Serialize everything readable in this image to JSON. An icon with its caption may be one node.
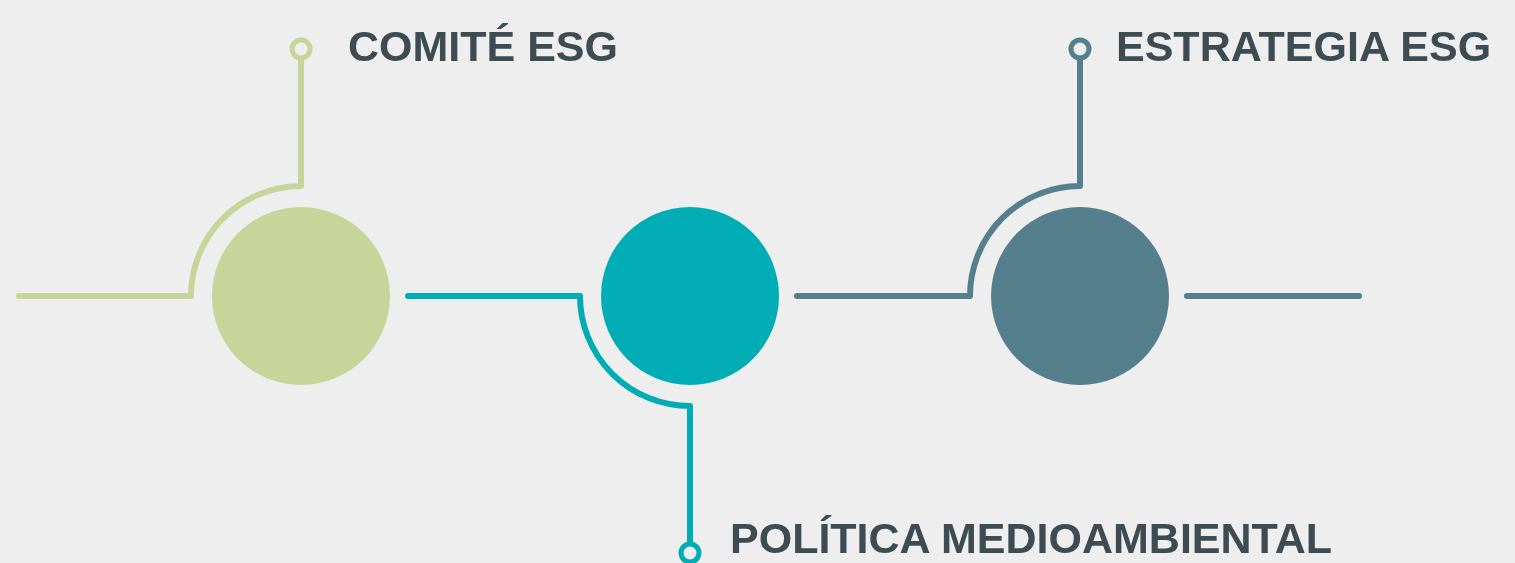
{
  "diagram": {
    "nodes": [
      {
        "text": [
          "COMITÉ ESG"
        ]
      },
      {
        "text": [],
        "shape": "circle"
      },
      {
        "text": [],
        "shape": "circle"
      },
      {
        "text": [],
        "shape": "circle"
      },
      {
        "text": [
          "ESTRATEGIA ESG"
        ]
      },
      {
        "text": [
          "POLÍTICA MEDIOAMBIENTAL"
        ]
      }
    ],
    "edges": [
      {
        "from": null,
        "to": 1,
        "arrow": "none",
        "color": "#c8d59a"
      },
      {
        "from": 0,
        "to": 1,
        "arrow": "other",
        "color": "#c8d59a"
      },
      {
        "from": 1,
        "to": 2,
        "arrow": "none",
        "color": "#00adb5"
      },
      {
        "from": 5,
        "to": 2,
        "arrow": "other",
        "color": "#00adb5"
      },
      {
        "from": 2,
        "to": 3,
        "arrow": "none",
        "color": "#567f8d"
      },
      {
        "from": 4,
        "to": 3,
        "arrow": "other",
        "color": "#567f8d"
      },
      {
        "from": 3,
        "to": null,
        "arrow": "none",
        "color": "#567f8d"
      }
    ]
  }
}
